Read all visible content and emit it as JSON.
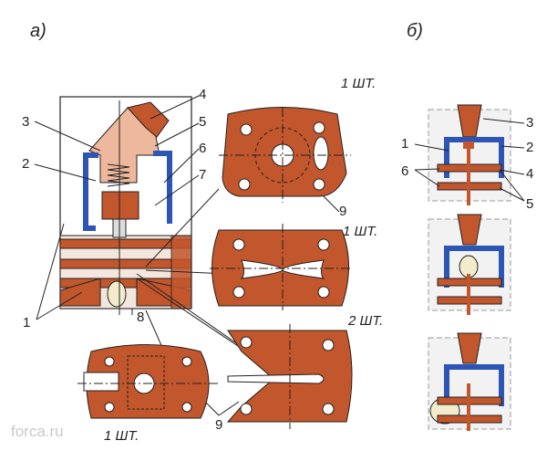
{
  "headings": {
    "a": "а)",
    "b": "б)"
  },
  "quantities": {
    "top": "1 ШТ.",
    "middle": "1 ШТ.",
    "right_lower": "2 ШТ.",
    "bottom": "1 ШТ."
  },
  "labels_a": [
    "1",
    "2",
    "3",
    "4",
    "5",
    "6",
    "7",
    "8",
    "9",
    "9"
  ],
  "labels_b": [
    "1",
    "2",
    "3",
    "4",
    "5",
    "6"
  ],
  "watermark": "forca.ru",
  "colors": {
    "plate": "#c2562c",
    "blue": "#2d55b5",
    "pink": "#eeb89c",
    "line": "#222222"
  }
}
